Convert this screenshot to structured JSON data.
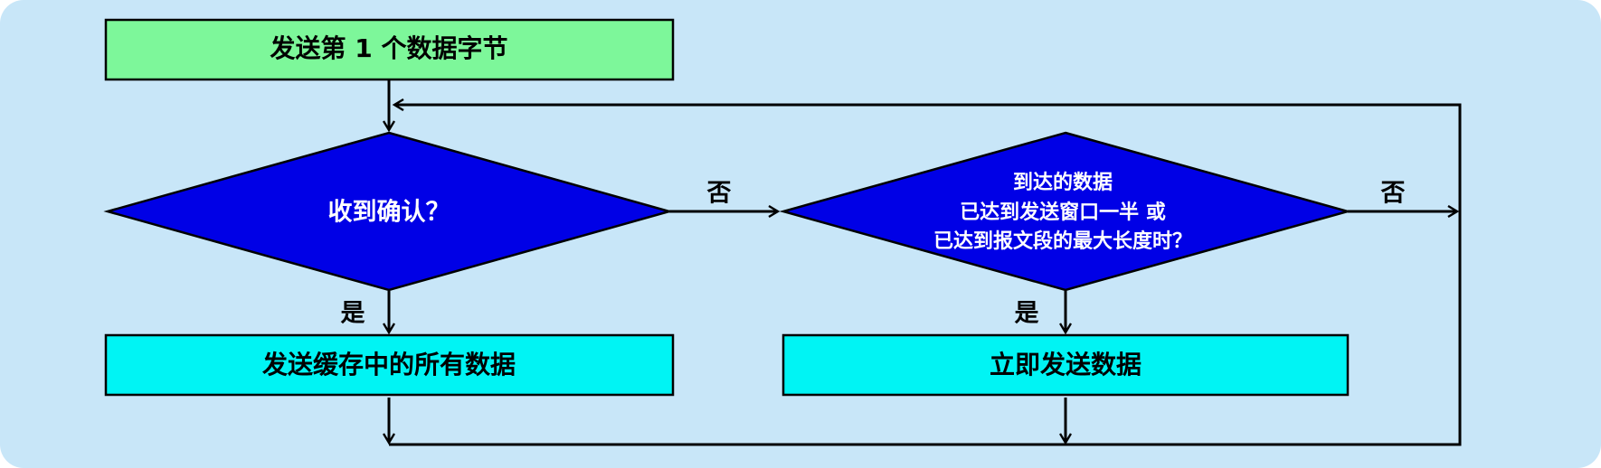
{
  "colors": {
    "background": "#c8e6f8",
    "start_fill": "#7df79a",
    "diamond_fill": "#0000e6",
    "action_fill": "#00f4f4",
    "line": "#000000",
    "diamond_text": "#ffffff",
    "box_text": "#000000"
  },
  "nodes": {
    "start": "发送第 1 个数据字节",
    "decision_ack": "收到确认？",
    "decision_threshold": [
      "到达的数据",
      "已达到发送窗口一半 或",
      "已达到报文段的最大长度时？"
    ],
    "send_all": "发送缓存中的所有数据",
    "send_now": "立即发送数据"
  },
  "edge_labels": {
    "ack_no": "否",
    "ack_yes": "是",
    "threshold_no": "否",
    "threshold_yes": "是"
  }
}
